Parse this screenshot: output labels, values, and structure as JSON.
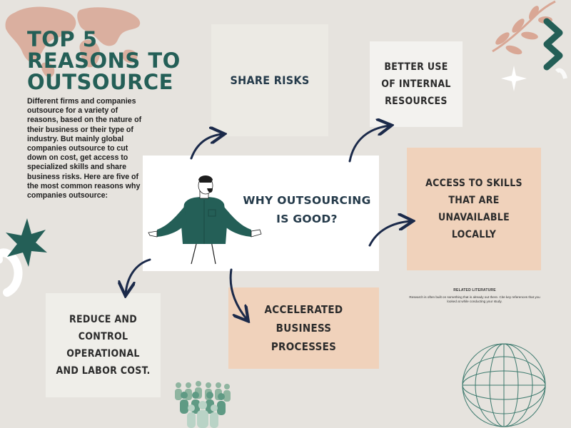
{
  "title_lines": [
    "TOP 5",
    "REASONS TO",
    "OUTSOURCE"
  ],
  "intro": "Different firms and companies outsource for a variety of reasons, based on the nature of their business or their type of industry. But mainly global companies outsource to cut down on cost, get access to specialized skills and share business risks. Here are five of the most common reasons why companies outsource:",
  "center": {
    "lines": [
      "WHY OUTSOURCING",
      "IS GOOD?"
    ]
  },
  "reasons": {
    "share_risks": [
      "SHARE RISKS"
    ],
    "better_use": [
      "BETTER USE",
      "OF INTERNAL",
      "RESOURCES"
    ],
    "access_skills": [
      "ACCESS TO SKILLS",
      "THAT ARE",
      "UNAVAILABLE",
      "LOCALLY"
    ],
    "reduce_cost": [
      "REDUCE AND",
      "CONTROL",
      "OPERATIONAL",
      "AND LABOR COST."
    ],
    "accelerated": [
      "ACCELERATED",
      "BUSINESS",
      "PROCESSES"
    ]
  },
  "related": {
    "heading": "RELATED LITERATURE",
    "body": "Research is often built on something that is already out there. Cite key references that you looked at while conducting your study."
  },
  "colors": {
    "background": "#e6e3de",
    "accent_teal": "#245f57",
    "peach": "#f0d2bb",
    "navy_arrow": "#1b2a4a",
    "map_pink": "#d9a795"
  }
}
